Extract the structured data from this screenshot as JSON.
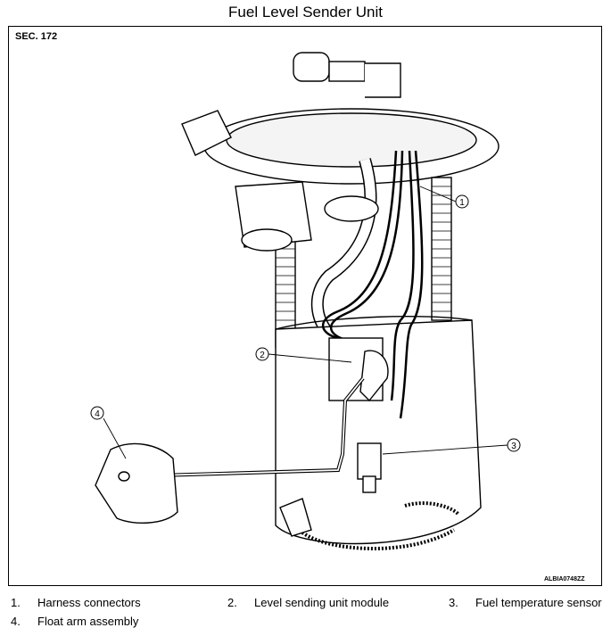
{
  "title": "Fuel Level Sender Unit",
  "section": "SEC. 172",
  "image_code": "ALBIA0748ZZ",
  "callouts": [
    "1",
    "2",
    "3",
    "4"
  ],
  "legend": [
    {
      "num": "1.",
      "label": "Harness connectors"
    },
    {
      "num": "2.",
      "label": "Level sending unit module"
    },
    {
      "num": "3.",
      "label": "Fuel temperature sensor"
    },
    {
      "num": "4.",
      "label": "Float arm assembly"
    }
  ]
}
